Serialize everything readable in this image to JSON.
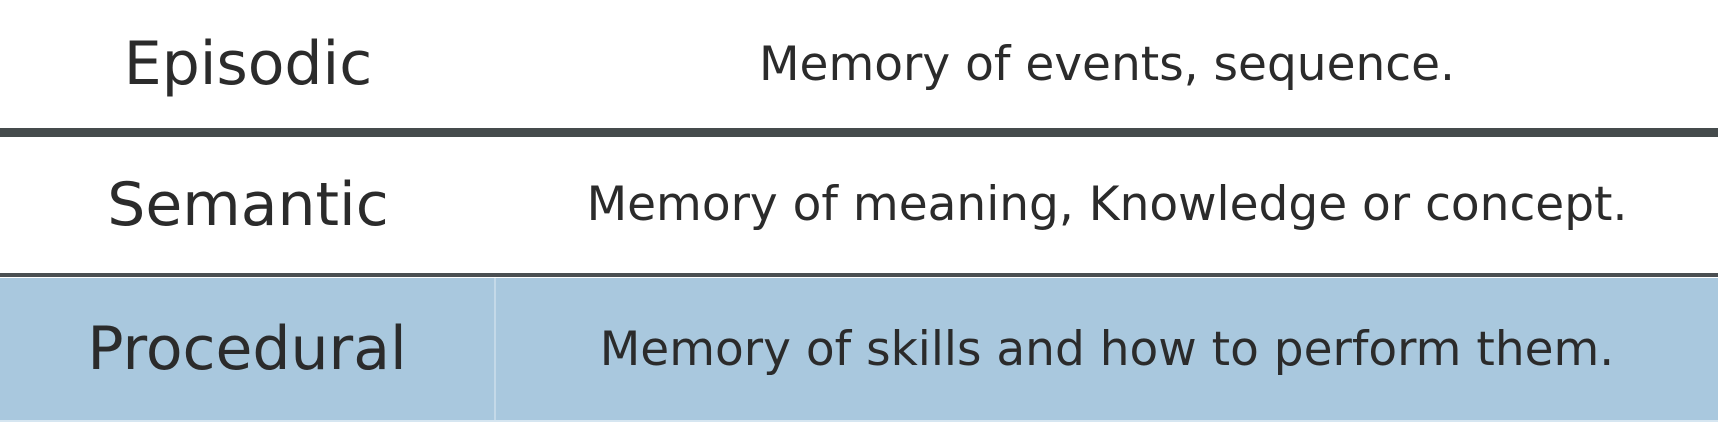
{
  "table": {
    "rows": [
      {
        "term": "Episodic",
        "definition": "Memory of events, sequence."
      },
      {
        "term": "Semantic",
        "definition": "Memory of meaning, Knowledge or concept."
      },
      {
        "term": "Procedural",
        "definition": "Memory of skills and how to perform them."
      }
    ],
    "highlight_row_color": "#a9c8de",
    "rule_color": "#454b4c"
  }
}
